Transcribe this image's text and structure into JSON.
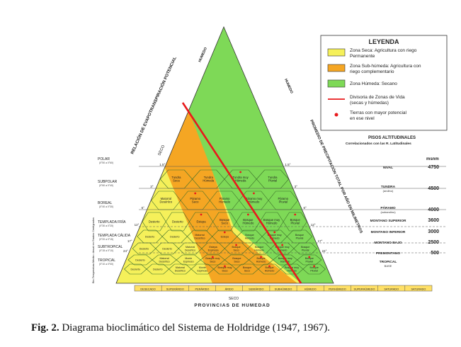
{
  "colors": {
    "dry_zone": "#f5f05a",
    "subhumid_zone": "#f5a623",
    "humid_zone": "#7ed957",
    "divide_line": "#e8191c",
    "potential_dot": "#e8191c",
    "hex_outline": "#3a6e2a",
    "bottom_bar": "#ffe066"
  },
  "legend": {
    "title": "LEYENDA",
    "items": [
      {
        "label_line1": "Zona Seca: Agricultura con riego",
        "label_line2": "Permanente",
        "kind": "swatch",
        "color": "#f5f05a"
      },
      {
        "label_line1": "Zona Sub-húmeda: Agricultura con",
        "label_line2": "riego complementario",
        "kind": "swatch",
        "color": "#f5a623"
      },
      {
        "label_line1": "Zona Húmeda: Secano",
        "label_line2": "",
        "kind": "swatch",
        "color": "#7ed957"
      },
      {
        "label_line1": "Divisoria de Zonas de Vida",
        "label_line2": "(secas y húmedas)",
        "kind": "line",
        "color": "#e8191c"
      },
      {
        "label_line1": "Tierras con mayor potencial",
        "label_line2": "en ese nivel",
        "kind": "dot",
        "color": "#e8191c"
      }
    ]
  },
  "side_titles": {
    "left_axis": "RELACIÓN DE EVAPOTRANSPIRACIÓN POTENCIAL",
    "right_axis": "PROMEDIO DE PRECIPITACIÓN TOTAL POR AÑO EN MILIMETROS",
    "seco": "SECO",
    "humedo_top": "HUMEDO",
    "humedo_right": "HUMEDO",
    "bottom_title": "PROVINCIAS DE HUMEDAD",
    "bottom_seco": "SECO",
    "left_vertical": "Bio-Temperatura Media • Anual en Grados Centígrados"
  },
  "pisos": {
    "title": "PISOS ALTITUDINALES",
    "subtitle": "Correlacionados con las R. Latitudinales",
    "rows": [
      {
        "name": "NIVAL",
        "alt": "4750"
      },
      {
        "name": "TUNDRA",
        "sub": "(andino)",
        "alt": "4500"
      },
      {
        "name": "PÁRAMO",
        "sub": "(subandino)",
        "alt": "4000"
      },
      {
        "name": "MONTANO SUPERIOR",
        "alt": "3600"
      },
      {
        "name": "MONTANO INFERIOR",
        "alt": "3000"
      },
      {
        "name": "MONTANO BAJO",
        "alt": "2500"
      },
      {
        "name": "PREMONTANO",
        "alt": "500"
      },
      {
        "name": "TROPICAL",
        "sub": "BASE",
        "alt": ""
      }
    ],
    "msnm_label": "msnm"
  },
  "regions": [
    {
      "name": "POLAR",
      "range": "(0°50 a 0°60)"
    },
    {
      "name": "SUBPOLAR",
      "range": "(0°60 a 0°40)"
    },
    {
      "name": "BOREAL",
      "range": "(0°40 a 0°30)"
    },
    {
      "name": "TEMPLADA FRÍA",
      "range": "(0°30 a 0°20)"
    },
    {
      "name": "TEMPLADA CÁLIDA",
      "range": "(0°20 a 0°15)"
    },
    {
      "name": "SUBTROPICAL",
      "range": "(0°15 a 0°10)"
    },
    {
      "name": "TROPICAL",
      "range": "(0°10 a 0°00)"
    }
  ],
  "temps": [
    "1.5°",
    "3°",
    "6°",
    "12°",
    "17°",
    "24°"
  ],
  "hex_rows": [
    [
      "Tundra Seca",
      "Tundra Húmeda",
      "Tundra muy Húmeda",
      "Tundra Pluvial"
    ],
    [
      "Matorral Desértico",
      "Páramo Seco",
      "Páramo Húmedo",
      "Páramo muy Húmedo",
      "Páramo Pluvial"
    ],
    [
      "Desierto",
      "Desierto",
      "Estepa",
      "Bosque Seco",
      "Bosque Húmedo",
      "Bosque muy Húmedo",
      "Bosque Pluvial"
    ],
    [
      "Desierto",
      "Desierto",
      "Matorral Desértico",
      "Estepa",
      "Bosque Húmedo",
      "Bosque muy Húmedo",
      "Bosque Pluvial"
    ],
    [
      "Desierto",
      "Desierto",
      "Matorral Desértico",
      "Estepa Espinosa",
      "Bosque Seco",
      "Bosque Húmedo",
      "Bosque muy Húmedo",
      "Bosque Pluvial"
    ],
    [
      "Desierto",
      "Matorral Desértico",
      "Monte Espinoso",
      "Bosque muy Seco",
      "Bosque Seco",
      "Bosque Húmedo",
      "Bosque muy Húmedo",
      "Bosque Pluvial"
    ],
    [
      "Desierto",
      "Desierto",
      "Matorral Desértico",
      "Monte Espinoso",
      "Bosque muy Seco",
      "Bosque Seco",
      "Bosque Húmedo",
      "Bosque muy Húmedo",
      "Bosque Pluvial"
    ]
  ],
  "bottom_provinces": [
    "DESECADO",
    "SUPERÁRIDO",
    "PERÁRIDO",
    "ÁRIDO",
    "SEMIÁRIDO",
    "SUBHÚMEDO",
    "HÚMEDO",
    "PERHÚMEDO",
    "SUPERHÚMEDO",
    "SATURADO",
    "SATURADO"
  ],
  "caption": {
    "label": "Fig. 2.",
    "text": "Diagrama bioclimático del Sistema de Holdridge (1947, 1967)."
  }
}
